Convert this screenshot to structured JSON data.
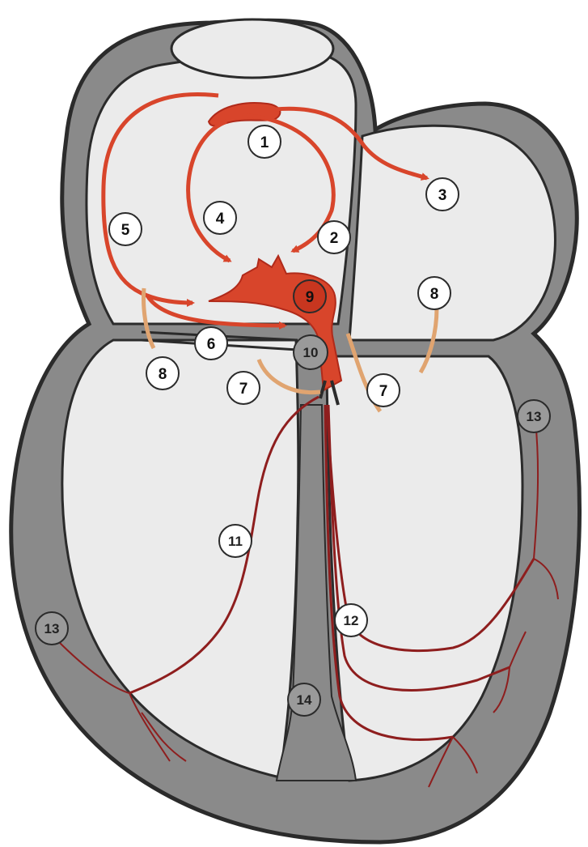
{
  "colors": {
    "wall": "#8a8a8a",
    "wall_outline": "#2b2b2b",
    "chamber": "#ebebeb",
    "pathway": "#d8452b",
    "pathway_dark": "#b02a1a",
    "branch": "#8e1e1e",
    "node_orange": "#e0a470",
    "label_fill": "#ffffff",
    "label_fill_dark": "#9a9a9a"
  },
  "labels": [
    {
      "id": "1",
      "text": "1",
      "style": "light"
    },
    {
      "id": "2",
      "text": "2",
      "style": "light"
    },
    {
      "id": "3",
      "text": "3",
      "style": "light"
    },
    {
      "id": "4",
      "text": "4",
      "style": "light"
    },
    {
      "id": "5",
      "text": "5",
      "style": "light"
    },
    {
      "id": "6",
      "text": "6",
      "style": "light"
    },
    {
      "id": "7a",
      "text": "7",
      "style": "light"
    },
    {
      "id": "7b",
      "text": "7",
      "style": "light"
    },
    {
      "id": "8a",
      "text": "8",
      "style": "light"
    },
    {
      "id": "8b",
      "text": "8",
      "style": "light"
    },
    {
      "id": "9",
      "text": "9",
      "style": "red"
    },
    {
      "id": "10",
      "text": "10",
      "style": "dark"
    },
    {
      "id": "11",
      "text": "11",
      "style": "light"
    },
    {
      "id": "12",
      "text": "12",
      "style": "light"
    },
    {
      "id": "13a",
      "text": "13",
      "style": "dark"
    },
    {
      "id": "13b",
      "text": "13",
      "style": "dark"
    },
    {
      "id": "14",
      "text": "14",
      "style": "dark"
    }
  ]
}
